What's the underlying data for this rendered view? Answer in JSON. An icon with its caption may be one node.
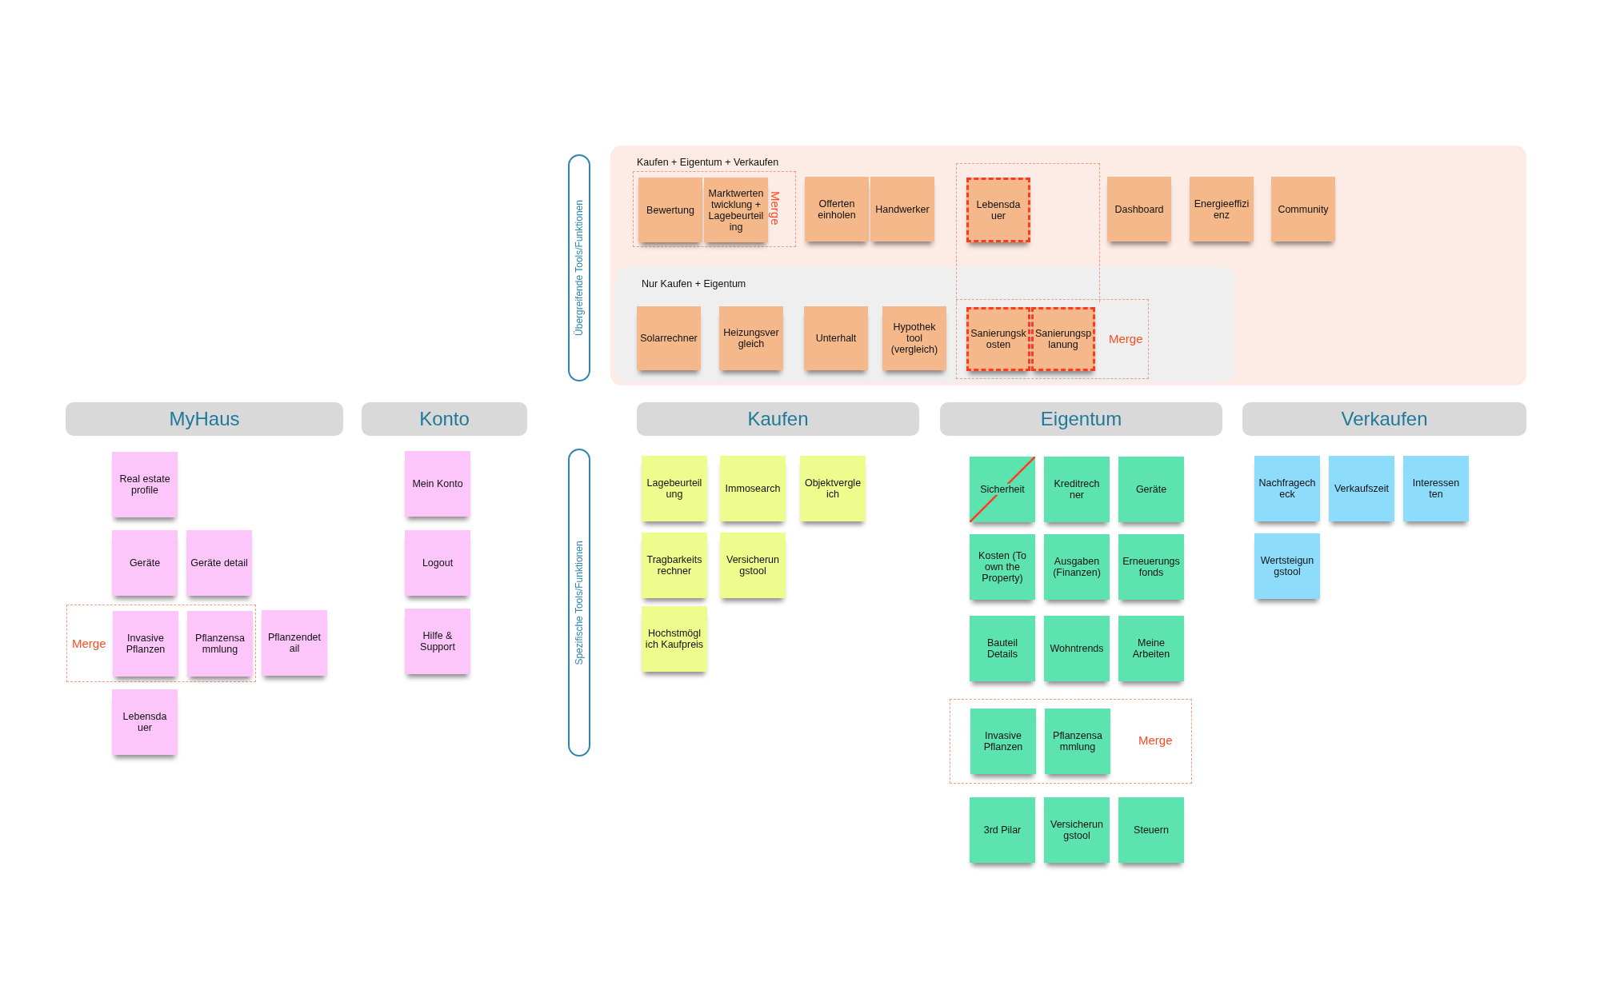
{
  "diagram": {
    "nodes": [
      {
        "text": [
          "Übergreifende Tools/Funktionen"
        ]
      },
      {
        "text": [
          "Kaufen + Eigentum + Verkaufen"
        ]
      },
      {
        "text": [
          "Merge"
        ],
        "in": 1
      },
      {
        "text": [
          "Bewertung"
        ],
        "in": 2
      },
      {
        "text": [
          "Marktwerten twicklung + Lagebeurteil ing"
        ],
        "in": 2
      },
      {
        "text": [
          "Offerten einholen"
        ],
        "in": 1
      },
      {
        "text": [
          "Handwerker"
        ],
        "in": 1
      },
      {
        "text": [],
        "shape": "box",
        "in": 1
      },
      {
        "text": [
          "Lebensda uer"
        ],
        "in": 7
      },
      {
        "text": [
          "Dashboard"
        ],
        "in": 1
      },
      {
        "text": [
          "Energieeffizi enz"
        ],
        "in": 1
      },
      {
        "text": [
          "Community"
        ],
        "in": 1
      },
      {
        "text": [
          "Nur Kaufen + Eigentum"
        ],
        "in": 1
      },
      {
        "text": [
          "Solarrechner"
        ],
        "in": 12
      },
      {
        "text": [
          "Heizungsver gleich"
        ],
        "in": 12
      },
      {
        "text": [
          "Unterhalt"
        ],
        "in": 12
      },
      {
        "text": [
          "Hypothek tool (vergleich)"
        ],
        "in": 12
      },
      {
        "text": [
          "Merge"
        ],
        "in": 12
      },
      {
        "text": [
          "Sanierungsk osten"
        ],
        "in": 17
      },
      {
        "text": [
          "Sanierungsp lanung"
        ],
        "in": 17
      },
      {
        "text": [
          "MyHaus"
        ]
      },
      {
        "text": [
          "Konto"
        ]
      },
      {
        "text": [
          "Kaufen"
        ]
      },
      {
        "text": [
          "Eigentum"
        ]
      },
      {
        "text": [
          "Verkaufen"
        ]
      },
      {
        "text": [
          "Spezifische Tools/Funktionen"
        ]
      },
      {
        "text": [
          "Real estate profile"
        ]
      },
      {
        "text": [
          "Geräte"
        ]
      },
      {
        "text": [
          "Geräte detail"
        ]
      },
      {
        "text": [
          "Merge"
        ]
      },
      {
        "text": [
          "Invasive Pflanzen"
        ],
        "in": 29
      },
      {
        "text": [
          "Pflanzensa mmlung"
        ],
        "in": 29
      },
      {
        "text": [
          "Pflanzendet ail"
        ]
      },
      {
        "text": [
          "Lebensda uer"
        ]
      },
      {
        "text": [
          "Mein Konto"
        ]
      },
      {
        "text": [
          "Logout"
        ]
      },
      {
        "text": [
          "Hilfe & Support"
        ]
      },
      {
        "text": [
          "Lagebeurteil ung"
        ]
      },
      {
        "text": [
          "Immosearch"
        ]
      },
      {
        "text": [
          "Objektvergle ich"
        ]
      },
      {
        "text": [
          "Tragbarkeits rechner"
        ]
      },
      {
        "text": [
          "Versicherun gstool"
        ]
      },
      {
        "text": [
          "Hochstmögl ich Kaufpreis"
        ]
      },
      {
        "text": [
          "Sicherheit"
        ]
      },
      {
        "text": [
          "Kreditrech ner"
        ]
      },
      {
        "text": [
          "Geräte"
        ]
      },
      {
        "text": [
          "Kosten (To own the Property)"
        ]
      },
      {
        "text": [
          "Ausgaben (Finanzen)"
        ]
      },
      {
        "text": [
          "Erneuerungs fonds"
        ]
      },
      {
        "text": [
          "Bauteil Details"
        ]
      },
      {
        "text": [
          "Wohntrends"
        ]
      },
      {
        "text": [
          "Meine Arbeiten"
        ]
      },
      {
        "text": [
          "Merge"
        ]
      },
      {
        "text": [
          "Invasive Pflanzen"
        ],
        "in": 52
      },
      {
        "text": [
          "Pflanzensa mmlung"
        ],
        "in": 52
      },
      {
        "text": [
          "3rd Pilar"
        ]
      },
      {
        "text": [
          "Versicherun gstool"
        ]
      },
      {
        "text": [
          "Steuern"
        ]
      },
      {
        "text": [
          "Nachfragech eck"
        ]
      },
      {
        "text": [
          "Verkaufszeit"
        ]
      },
      {
        "text": [
          "Interessen ten"
        ]
      },
      {
        "text": [
          "Wertsteigun gstool"
        ]
      }
    ]
  }
}
